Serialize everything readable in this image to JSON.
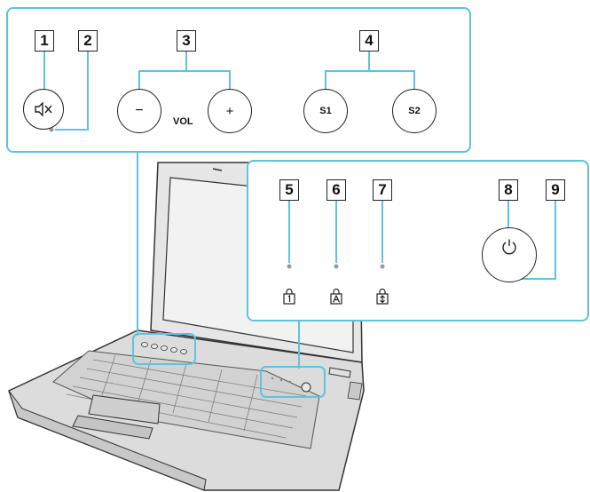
{
  "callouts": {
    "n1": "1",
    "n2": "2",
    "n3": "3",
    "n4": "4",
    "n5": "5",
    "n6": "6",
    "n7": "7",
    "n8": "8",
    "n9": "9"
  },
  "buttons": {
    "volume_minus": "−",
    "volume_plus": "+",
    "vol_label": "VOL",
    "s1": "S1",
    "s2": "S2"
  },
  "icons": {
    "mute": "speaker-muted-icon",
    "power": "power-icon",
    "num_lock": "num-lock-icon",
    "caps_lock": "caps-lock-icon",
    "scroll_lock": "scroll-lock-icon"
  },
  "colors": {
    "callout_border": "#5cc4e0",
    "line": "#222222",
    "indicator": "#8a8a8a"
  }
}
